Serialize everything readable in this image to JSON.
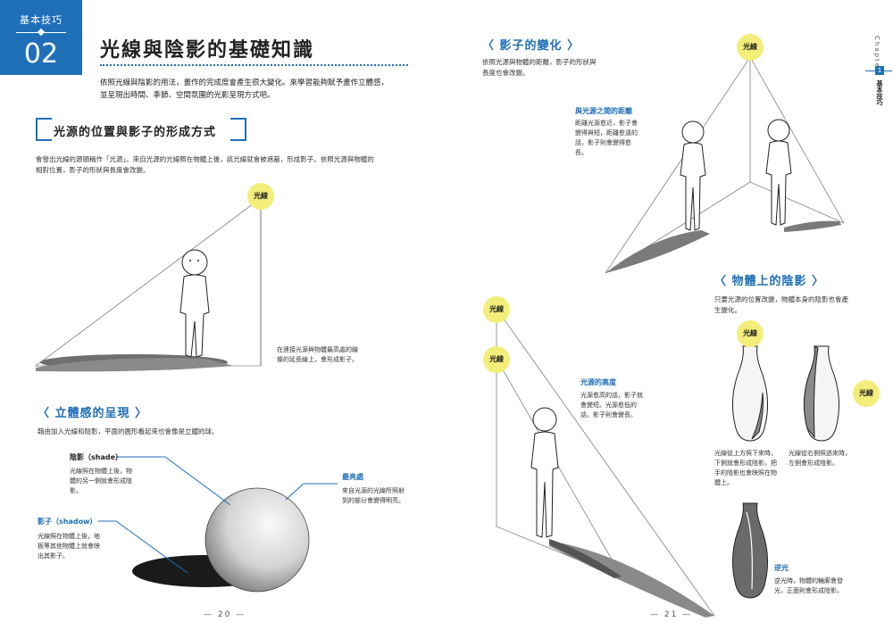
{
  "badge": {
    "label": "基本技巧",
    "number": "02"
  },
  "main_title": "光線與陰影的基礎知識",
  "intro": [
    "依照光線與陰影的用法，畫作的完成度會產生很大變化。來學習能夠賦予畫作立體感，",
    "並呈現出時間、季節、空間氛圍的光影呈現方式吧。"
  ],
  "section1": {
    "title": "光源的位置與影子的形成方式",
    "body": [
      "會發出光線的源頭稱作「光源」。來自光源的光線照在物體上後，該光線就會被遮蔽，形成影子。依照光源與物體的",
      "相對位置，影子的形狀與長度會改變。"
    ],
    "light_label": "光線",
    "note": [
      "在連接光源與物體最高處的線",
      "條的延長線上，會形成影子。"
    ]
  },
  "section2": {
    "title": "立體感的呈現",
    "body": "藉由加入光線和陰影，平面的圓形看起來也會像是立體的球。",
    "shade_label": "陰影（shade）",
    "shade_text": [
      "光線照在物體上後，物",
      "體的另一側就會形成陰",
      "影。"
    ],
    "highlight_label": "最亮處",
    "highlight_text": [
      "來自光源的光線所照射",
      "到的部分會變得明亮。"
    ],
    "shadow_label": "影子（shadow）",
    "shadow_text": [
      "光線照在物體上後，地",
      "板等其他物體上就會映",
      "出其影子。"
    ]
  },
  "page_left": "— 20 —",
  "section3": {
    "title": "影子的變化",
    "body": [
      "依照光源與物體的距離，影子的形狀與",
      "長度也會改變。"
    ],
    "light_label": "光線",
    "distance_label": "與光源之間的距離",
    "distance_text": [
      "距離光源愈近，影子會",
      "變得與短，距離愈遠的",
      "話，影子則會變得愈",
      "長。"
    ],
    "light_a": "光線",
    "light_b": "光線",
    "height_label": "光源的高度",
    "height_text": [
      "光源愈高的話，影子就",
      "會變短。光源愈低的",
      "話，影子則會變長。"
    ]
  },
  "section4": {
    "title": "物體上的陰影",
    "body": [
      "只要光源的位置改變，物體本身的陰影也會產",
      "生變化。"
    ],
    "light_top": "光線",
    "light_side": "光線",
    "caption_left": [
      "光線從上方照下來時，",
      "下側就會形成陰影。把",
      "手的陰影也會映照在物",
      "體上。"
    ],
    "caption_right": [
      "光線從右側照過來時，",
      "左側會形成陰影。"
    ],
    "backlight_label": "逆光",
    "backlight_text": [
      "逆光時，物體的輪廓會發",
      "光，正面則會形成陰影。"
    ]
  },
  "page_right": "— 21 —",
  "chapter": {
    "word": "Chapter",
    "num": "1",
    "name": "基本技巧"
  },
  "colors": {
    "accent": "#1f6fb8",
    "light": "#f3ee7a"
  }
}
